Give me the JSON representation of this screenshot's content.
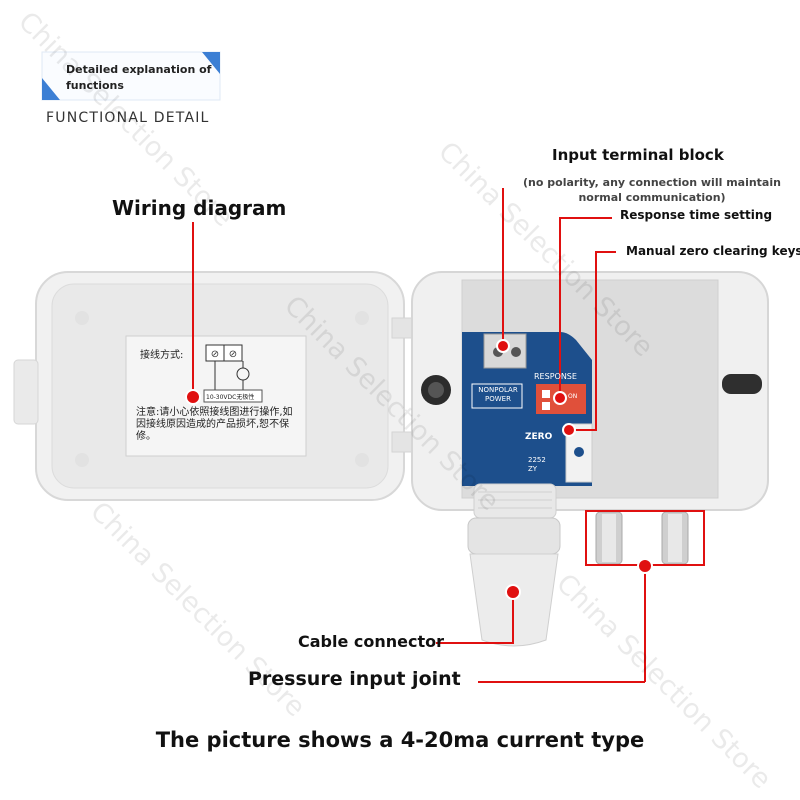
{
  "header": {
    "title": "Detailed explanation of functions",
    "subtitle": "FUNCTIONAL DETAIL"
  },
  "labels": {
    "wiring_diagram": "Wiring diagram",
    "input_terminal_block": "Input terminal block",
    "input_terminal_note": "(no polarity, any connection will maintain normal communication)",
    "response_time_setting": "Response time setting",
    "manual_zero_keys": "Manual zero clearing keys",
    "cable_connector": "Cable connector",
    "pressure_input_joint": "Pressure input joint"
  },
  "caption": "The picture shows a 4-20ma current type",
  "watermark": "China Selection Store",
  "sticker": {
    "wiring_label": "接线方式:",
    "voltage": "10-30VDC无极性",
    "warning": "注意:请小心依照接线图进行操作,如因接线原因造成的产品损坏,恕不保修。"
  },
  "board": {
    "nonpolar": "NONPOLAR",
    "power": "POWER",
    "response": "RESPONSE",
    "zero": "ZERO",
    "on": "ON",
    "code1": "2252",
    "code2": "ZY"
  },
  "colors": {
    "accent": "#e01010",
    "header_blue": "#3c7fd4",
    "board_blue": "#1d4f8c",
    "enclosure": "#eeeeee"
  }
}
